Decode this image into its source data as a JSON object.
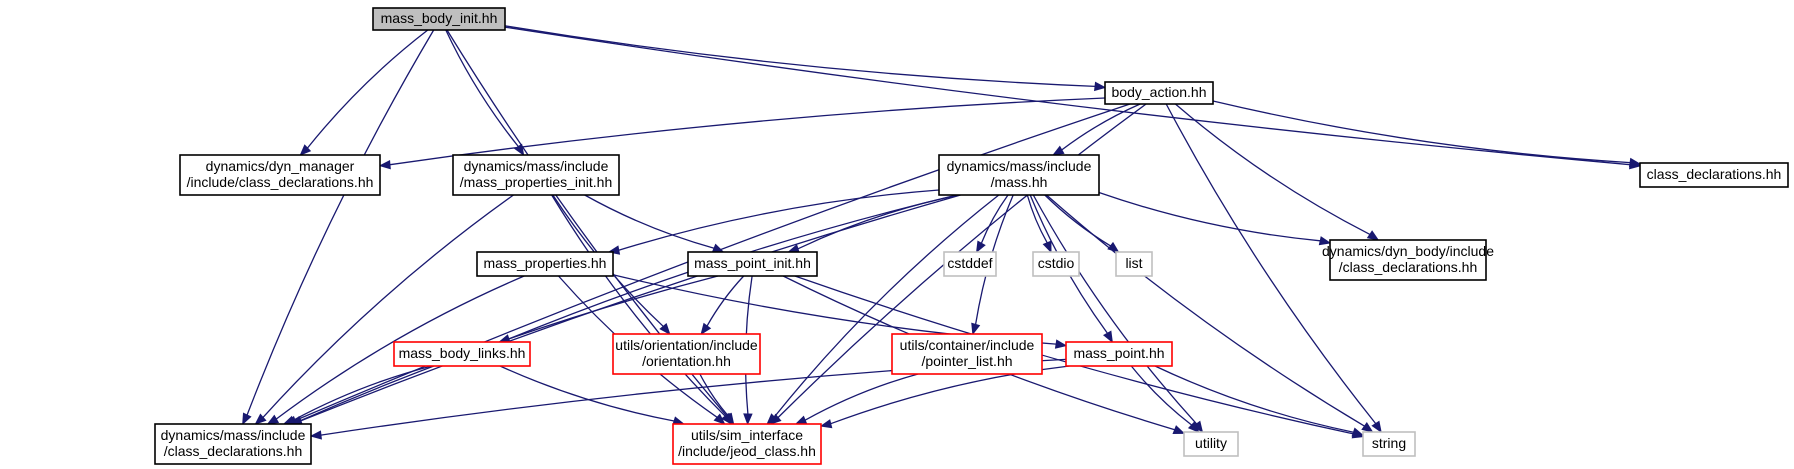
{
  "colors": {
    "edge": "#191970",
    "root_fill": "#bfbfbf",
    "normal_border": "#000000",
    "external_border": "#bfbfbf",
    "incomplete_border": "#ff0000",
    "background": "#ffffff"
  },
  "nodes": [
    {
      "id": "root",
      "kind": "root",
      "lines": [
        "mass_body_init.hh"
      ]
    },
    {
      "id": "body_action",
      "kind": "normal",
      "lines": [
        "body_action.hh"
      ]
    },
    {
      "id": "dyn_manager_cd",
      "kind": "normal",
      "lines": [
        "dynamics/dyn_manager",
        "/include/class_declarations.hh"
      ]
    },
    {
      "id": "mass_properties_init",
      "kind": "normal",
      "lines": [
        "dynamics/mass/include",
        "/mass_properties_init.hh"
      ]
    },
    {
      "id": "mass_hh",
      "kind": "normal",
      "lines": [
        "dynamics/mass/include",
        "/mass.hh"
      ]
    },
    {
      "id": "class_declarations",
      "kind": "normal",
      "lines": [
        "class_declarations.hh"
      ]
    },
    {
      "id": "mass_properties",
      "kind": "normal",
      "lines": [
        "mass_properties.hh"
      ]
    },
    {
      "id": "mass_point_init",
      "kind": "normal",
      "lines": [
        "mass_point_init.hh"
      ]
    },
    {
      "id": "cstddef",
      "kind": "external",
      "lines": [
        "cstddef"
      ]
    },
    {
      "id": "cstdio",
      "kind": "external",
      "lines": [
        "cstdio"
      ]
    },
    {
      "id": "list",
      "kind": "external",
      "lines": [
        "list"
      ]
    },
    {
      "id": "dyn_body_cd",
      "kind": "normal",
      "lines": [
        "dynamics/dyn_body/include",
        "/class_declarations.hh"
      ]
    },
    {
      "id": "mass_body_links",
      "kind": "incomplete",
      "lines": [
        "mass_body_links.hh"
      ]
    },
    {
      "id": "orientation",
      "kind": "incomplete",
      "lines": [
        "utils/orientation/include",
        "/orientation.hh"
      ]
    },
    {
      "id": "pointer_list",
      "kind": "incomplete",
      "lines": [
        "utils/container/include",
        "/pointer_list.hh"
      ]
    },
    {
      "id": "mass_point",
      "kind": "incomplete",
      "lines": [
        "mass_point.hh"
      ]
    },
    {
      "id": "mass_cd",
      "kind": "normal",
      "lines": [
        "dynamics/mass/include",
        "/class_declarations.hh"
      ]
    },
    {
      "id": "jeod_class",
      "kind": "incomplete",
      "lines": [
        "utils/sim_interface",
        "/include/jeod_class.hh"
      ]
    },
    {
      "id": "utility",
      "kind": "external",
      "lines": [
        "utility"
      ]
    },
    {
      "id": "string",
      "kind": "external",
      "lines": [
        "string"
      ]
    }
  ],
  "edges": [
    {
      "from": "root",
      "to": "body_action"
    },
    {
      "from": "root",
      "to": "dyn_manager_cd"
    },
    {
      "from": "root",
      "to": "mass_properties_init"
    },
    {
      "from": "root",
      "to": "class_declarations"
    },
    {
      "from": "root",
      "to": "mass_cd"
    },
    {
      "from": "root",
      "to": "jeod_class"
    },
    {
      "from": "body_action",
      "to": "dyn_manager_cd"
    },
    {
      "from": "body_action",
      "to": "mass_hh"
    },
    {
      "from": "body_action",
      "to": "class_declarations"
    },
    {
      "from": "body_action",
      "to": "dyn_body_cd"
    },
    {
      "from": "body_action",
      "to": "mass_cd"
    },
    {
      "from": "body_action",
      "to": "jeod_class"
    },
    {
      "from": "body_action",
      "to": "string"
    },
    {
      "from": "mass_properties_init",
      "to": "mass_point_init"
    },
    {
      "from": "mass_properties_init",
      "to": "orientation"
    },
    {
      "from": "mass_properties_init",
      "to": "mass_cd"
    },
    {
      "from": "mass_properties_init",
      "to": "jeod_class"
    },
    {
      "from": "mass_hh",
      "to": "mass_properties"
    },
    {
      "from": "mass_hh",
      "to": "mass_point_init"
    },
    {
      "from": "mass_hh",
      "to": "cstddef"
    },
    {
      "from": "mass_hh",
      "to": "cstdio"
    },
    {
      "from": "mass_hh",
      "to": "list"
    },
    {
      "from": "mass_hh",
      "to": "dyn_body_cd"
    },
    {
      "from": "mass_hh",
      "to": "mass_body_links"
    },
    {
      "from": "mass_hh",
      "to": "pointer_list"
    },
    {
      "from": "mass_hh",
      "to": "mass_point"
    },
    {
      "from": "mass_hh",
      "to": "mass_cd"
    },
    {
      "from": "mass_hh",
      "to": "jeod_class"
    },
    {
      "from": "mass_hh",
      "to": "utility"
    },
    {
      "from": "mass_hh",
      "to": "string"
    },
    {
      "from": "mass_properties",
      "to": "mass_point"
    },
    {
      "from": "mass_properties",
      "to": "mass_cd"
    },
    {
      "from": "mass_properties",
      "to": "jeod_class"
    },
    {
      "from": "mass_point_init",
      "to": "orientation"
    },
    {
      "from": "mass_point_init",
      "to": "mass_cd"
    },
    {
      "from": "mass_point_init",
      "to": "jeod_class"
    },
    {
      "from": "mass_point_init",
      "to": "utility"
    },
    {
      "from": "mass_point_init",
      "to": "string"
    },
    {
      "from": "mass_body_links",
      "to": "mass_cd"
    },
    {
      "from": "mass_body_links",
      "to": "jeod_class"
    },
    {
      "from": "orientation",
      "to": "jeod_class"
    },
    {
      "from": "pointer_list",
      "to": "jeod_class"
    },
    {
      "from": "mass_point",
      "to": "mass_cd"
    },
    {
      "from": "mass_point",
      "to": "jeod_class"
    },
    {
      "from": "mass_point",
      "to": "utility"
    },
    {
      "from": "mass_point",
      "to": "string"
    }
  ]
}
